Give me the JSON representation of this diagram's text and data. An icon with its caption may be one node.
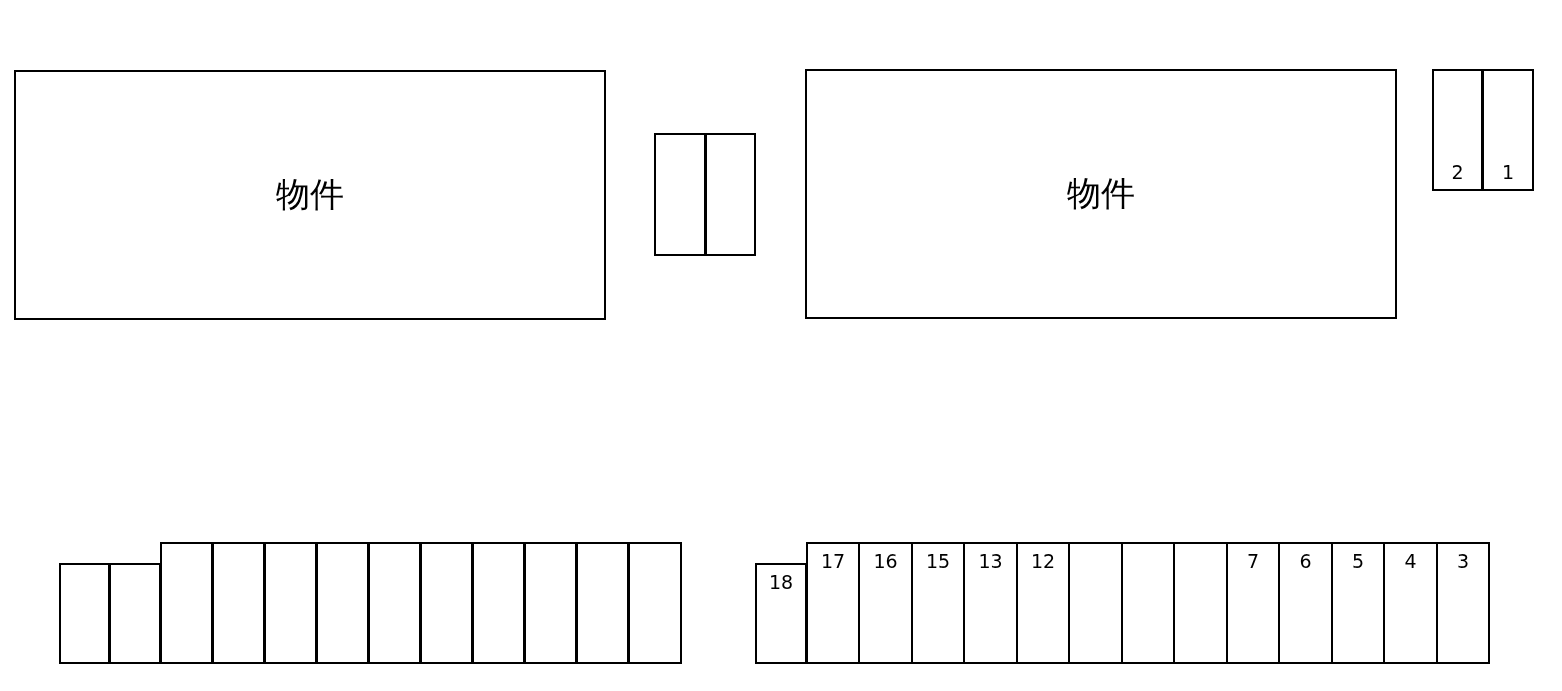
{
  "diagram": {
    "nodes": [
      {
        "text": [
          "物件"
        ]
      },
      {
        "text": [],
        "shape": "box"
      },
      {
        "text": [],
        "shape": "box"
      },
      {
        "text": [
          "物件"
        ]
      },
      {
        "text": [
          "2"
        ]
      },
      {
        "text": [
          "1"
        ]
      },
      {
        "text": [],
        "shape": "box"
      },
      {
        "text": [],
        "shape": "box"
      },
      {
        "text": [],
        "shape": "box"
      },
      {
        "text": [],
        "shape": "box"
      },
      {
        "text": [],
        "shape": "box"
      },
      {
        "text": [],
        "shape": "box"
      },
      {
        "text": [],
        "shape": "box"
      },
      {
        "text": [],
        "shape": "box"
      },
      {
        "text": [],
        "shape": "box"
      },
      {
        "text": [],
        "shape": "box"
      },
      {
        "text": [],
        "shape": "box"
      },
      {
        "text": [],
        "shape": "box"
      },
      {
        "text": [
          "18"
        ]
      },
      {
        "text": [
          "17"
        ]
      },
      {
        "text": [
          "16"
        ]
      },
      {
        "text": [
          "15"
        ]
      },
      {
        "text": [
          "13"
        ]
      },
      {
        "text": [
          "12"
        ]
      },
      {
        "text": [],
        "shape": "box"
      },
      {
        "text": [],
        "shape": "box"
      },
      {
        "text": [],
        "shape": "box"
      },
      {
        "text": [
          "7"
        ]
      },
      {
        "text": [
          "6"
        ]
      },
      {
        "text": [
          "5"
        ]
      },
      {
        "text": [
          "4"
        ]
      },
      {
        "text": [
          "3"
        ]
      }
    ],
    "edges": []
  }
}
